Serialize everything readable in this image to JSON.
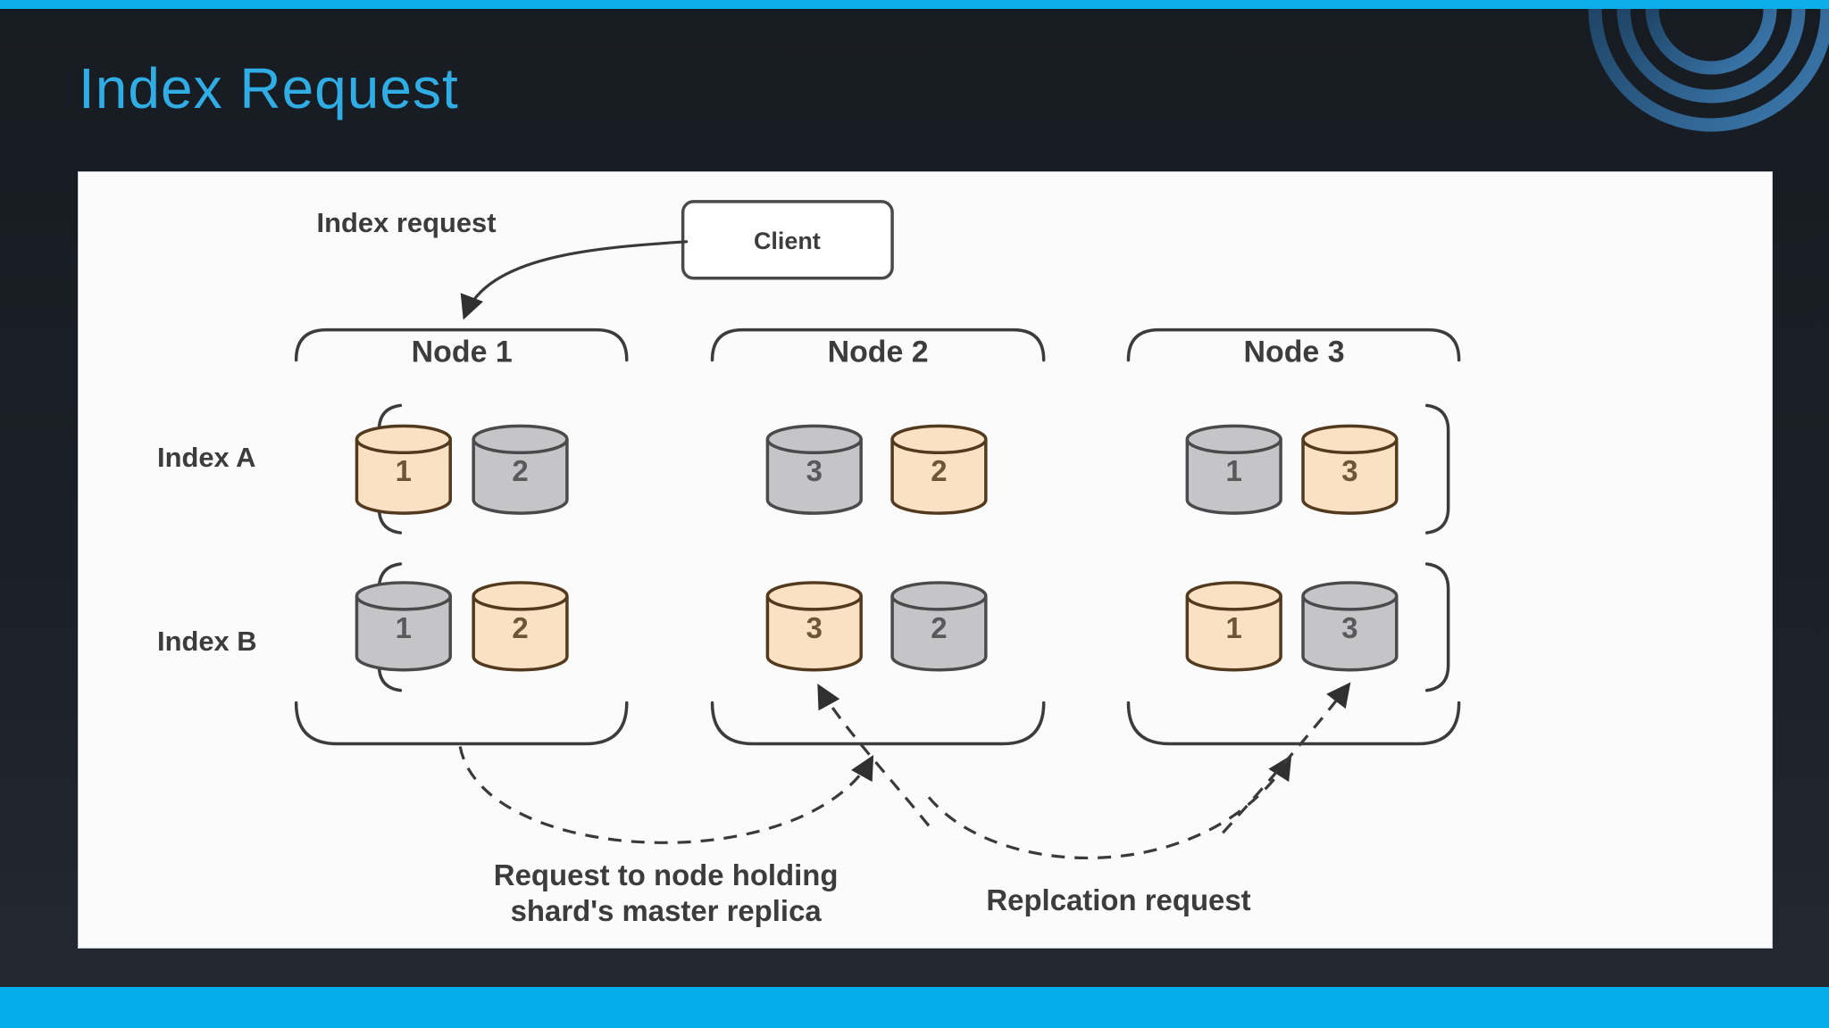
{
  "slide": {
    "title": "Index Request"
  },
  "diagram": {
    "request_label": "Index request",
    "client_label": "Client",
    "nodes": [
      {
        "label": "Node 1"
      },
      {
        "label": "Node 2"
      },
      {
        "label": "Node 3"
      }
    ],
    "rows": [
      {
        "label": "Index A",
        "shards": [
          {
            "num": "1",
            "role": "primary"
          },
          {
            "num": "2",
            "role": "replica"
          },
          {
            "num": "3",
            "role": "replica"
          },
          {
            "num": "2",
            "role": "primary"
          },
          {
            "num": "1",
            "role": "replica"
          },
          {
            "num": "3",
            "role": "primary"
          }
        ]
      },
      {
        "label": "Index B",
        "shards": [
          {
            "num": "1",
            "role": "replica"
          },
          {
            "num": "2",
            "role": "primary"
          },
          {
            "num": "3",
            "role": "primary"
          },
          {
            "num": "2",
            "role": "replica"
          },
          {
            "num": "1",
            "role": "primary"
          },
          {
            "num": "3",
            "role": "replica"
          }
        ]
      }
    ],
    "captions": {
      "primary_request_line1": "Request to node holding",
      "primary_request_line2": "shard's master replica",
      "replication": "Replcation request"
    }
  },
  "colors": {
    "accent_bar": "#04aeea",
    "title_text": "#2fade4",
    "slide_background": "#1b2028",
    "panel_background": "#fbfbfb",
    "diagram_line": "#3c3c3c",
    "primary_shard_fill": "#f8e2c3",
    "primary_shard_stroke": "#53391e",
    "replica_shard_fill": "#c5c5c7",
    "replica_shard_stroke": "#4a4a4a",
    "ring_blue_dark": "#16344f",
    "ring_blue_light": "#3d7cb2"
  }
}
